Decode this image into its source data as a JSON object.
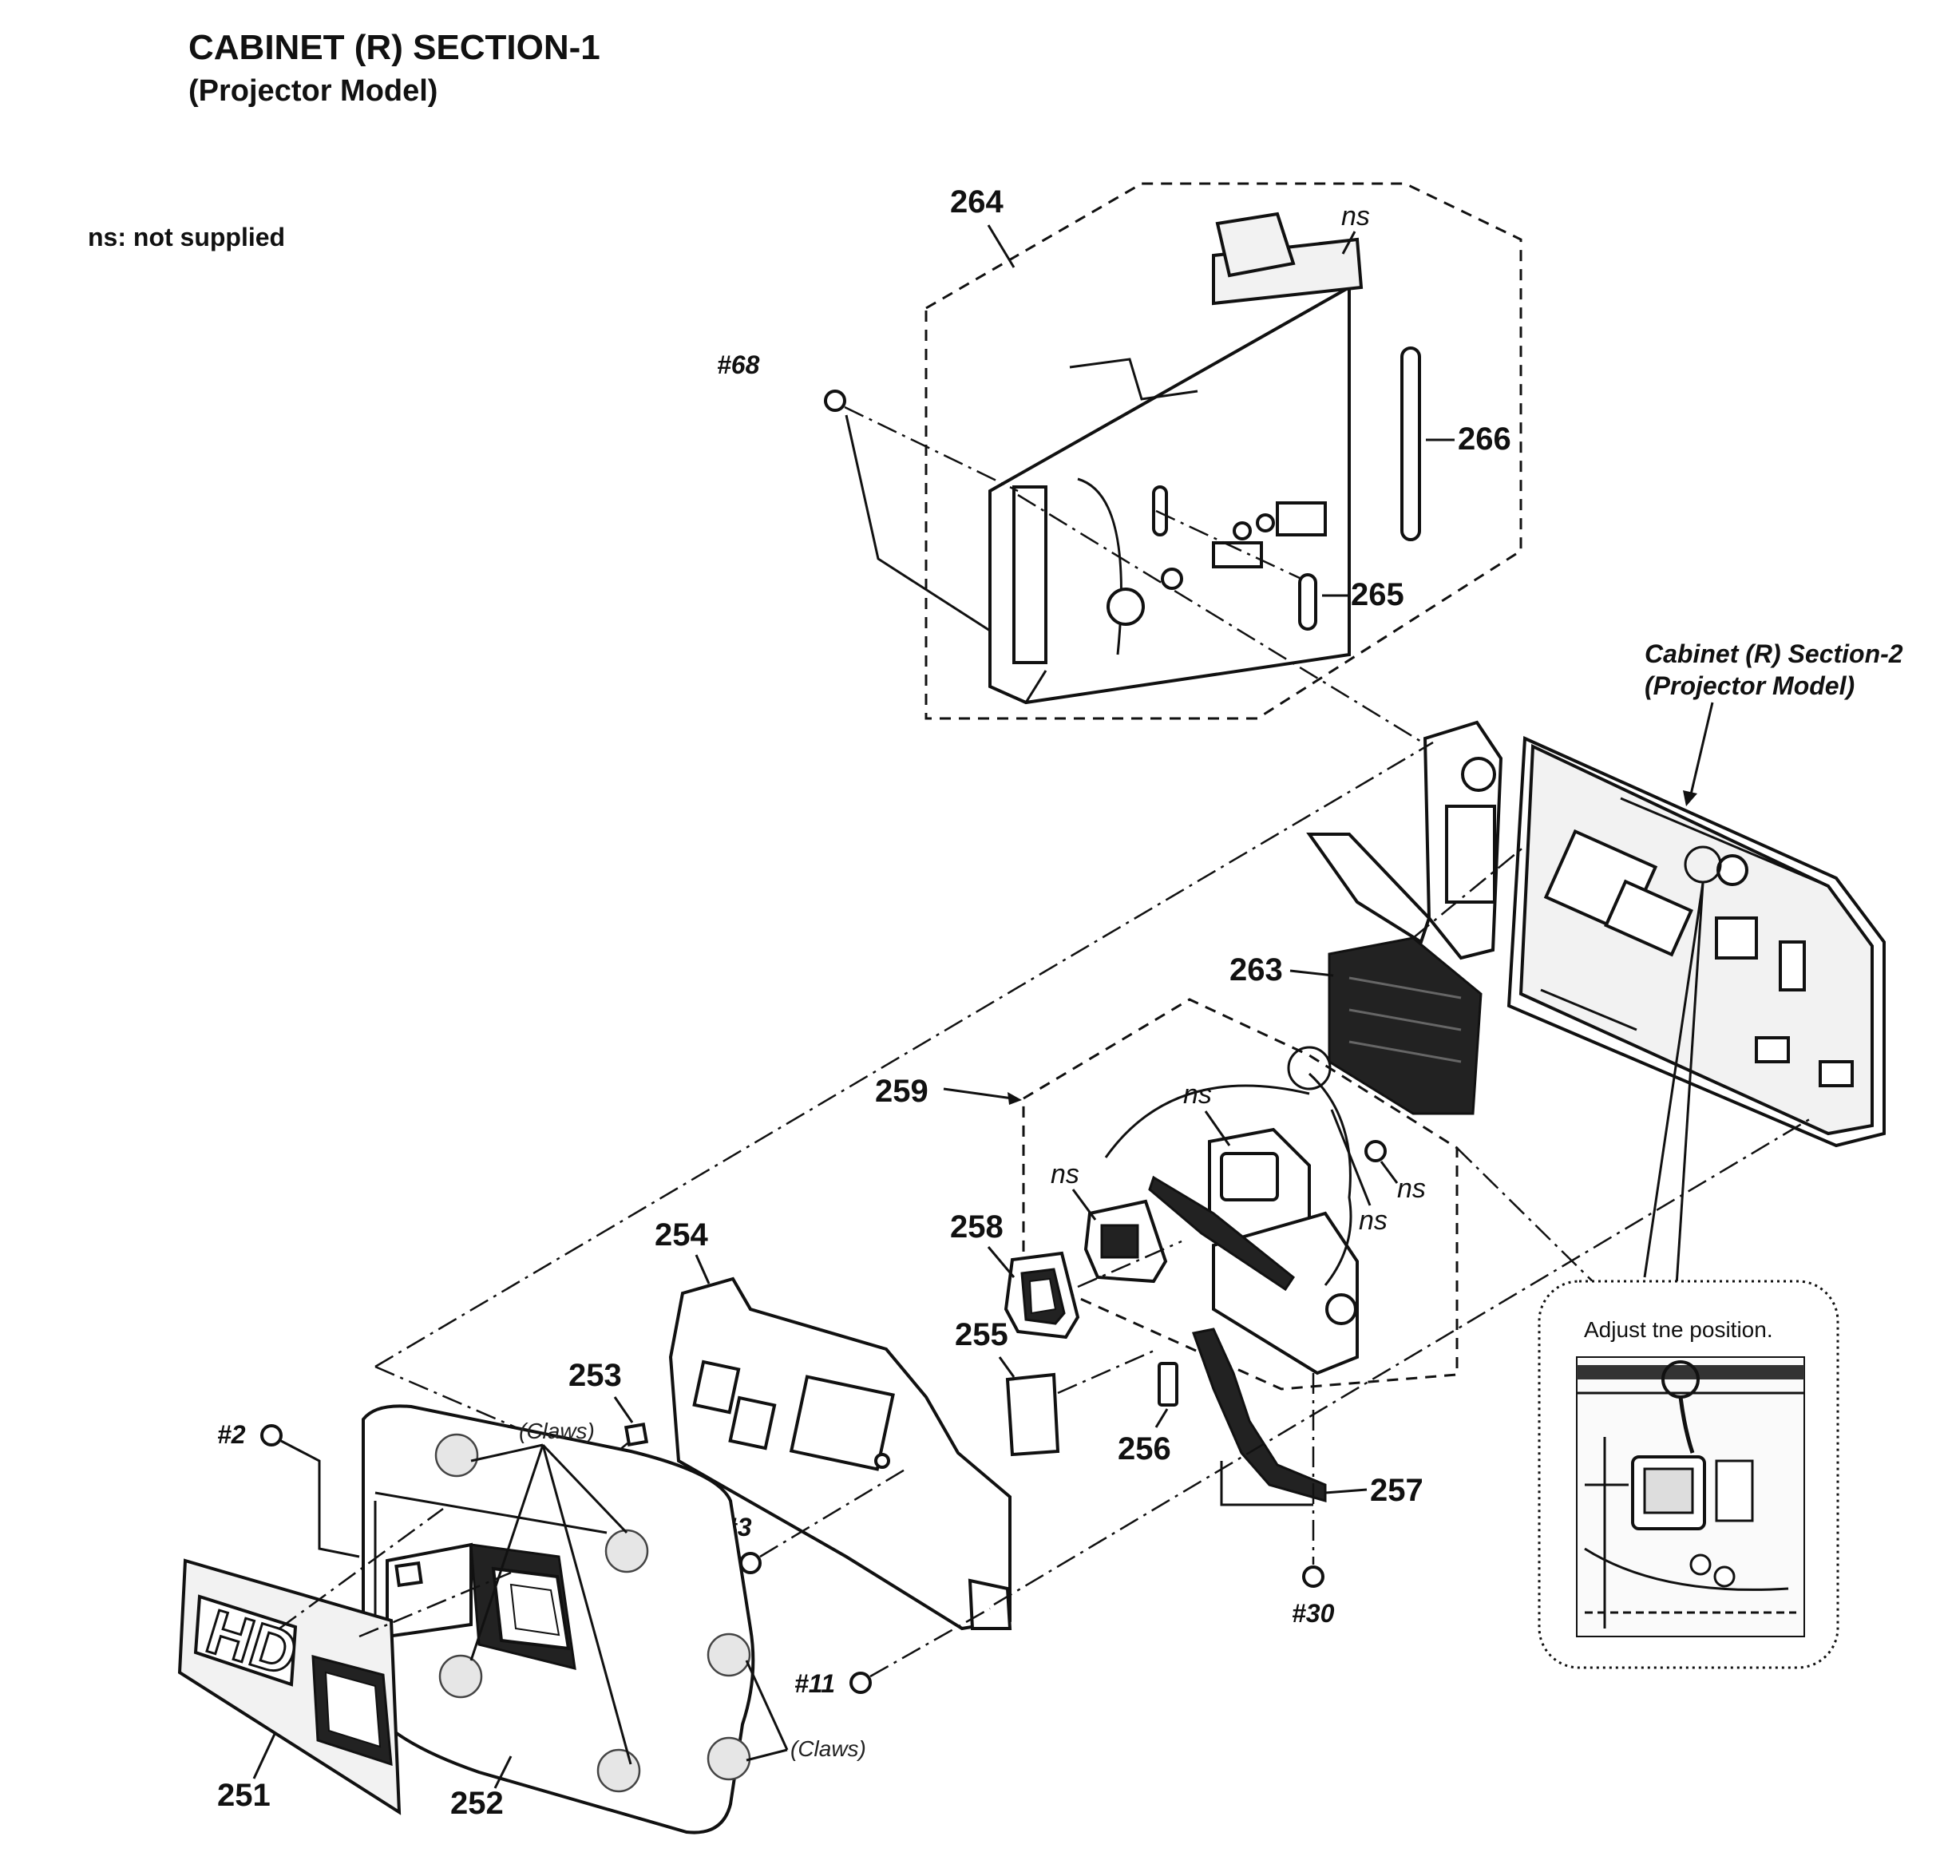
{
  "title": "CABINET (R) SECTION-1",
  "subtitle": "(Projector Model)",
  "legend_note": "ns: not supplied",
  "cross_reference": {
    "line1": "Cabinet (R) Section-2",
    "line2": "(Projector Model)"
  },
  "detail_caption": "Adjust tne position.",
  "not_supplied_mark": "ns",
  "claws_label": "(Claws)",
  "parts": {
    "p251": "251",
    "p252": "252",
    "p253": "253",
    "p254": "254",
    "p255": "255",
    "p256": "256",
    "p257": "257",
    "p258": "258",
    "p259": "259",
    "p263": "263",
    "p264": "264",
    "p265": "265",
    "p266": "266"
  },
  "screws": {
    "s2": "#2",
    "s3": "#3",
    "s11": "#11",
    "s30": "#30",
    "s68": "#68"
  },
  "badge_text": "HD"
}
